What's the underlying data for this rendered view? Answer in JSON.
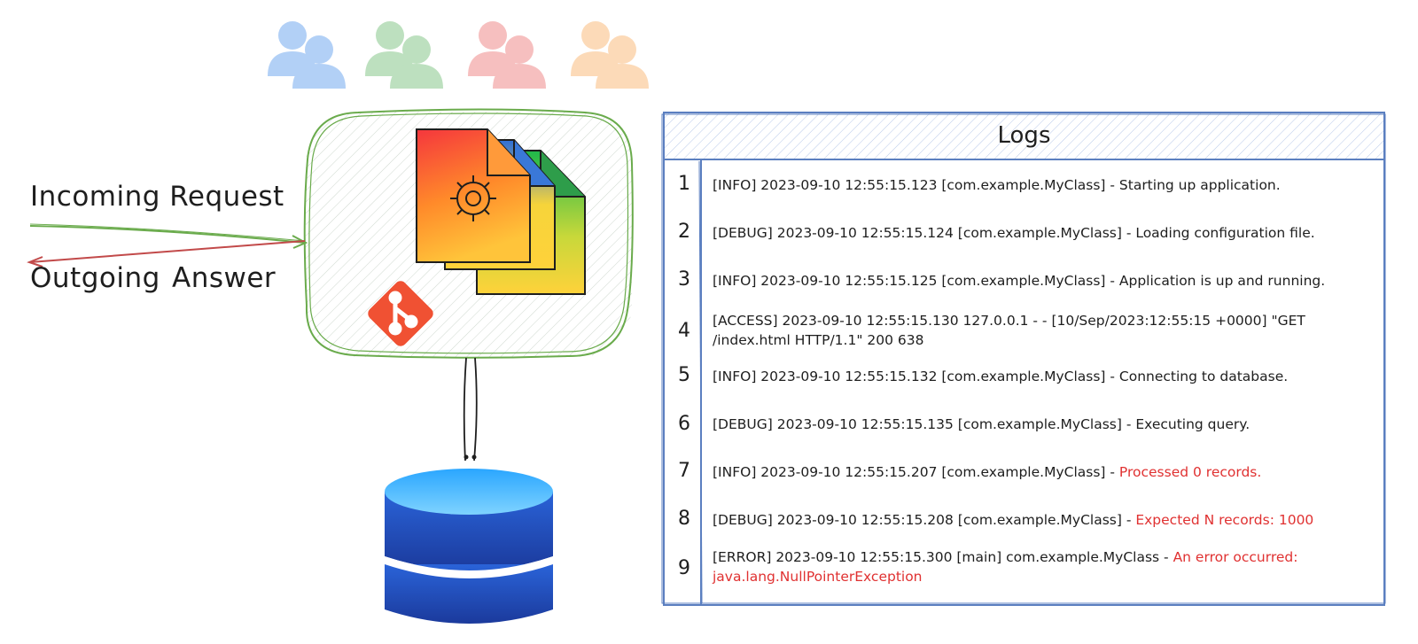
{
  "labels": {
    "incoming": "Incoming Request",
    "outgoing_word": "Outgoing",
    "answer_word": "Answer"
  },
  "logs": {
    "title": "Logs",
    "entries": [
      {
        "num": "1",
        "text": "[INFO] 2023-09-10 12:55:15.123 [com.example.MyClass] - Starting up application.",
        "highlight": ""
      },
      {
        "num": "2",
        "text": "[DEBUG] 2023-09-10 12:55:15.124 [com.example.MyClass] - Loading configuration file.",
        "highlight": ""
      },
      {
        "num": "3",
        "text": "[INFO] 2023-09-10 12:55:15.125 [com.example.MyClass] - Application is up and running.",
        "highlight": ""
      },
      {
        "num": "4",
        "text": "[ACCESS] 2023-09-10 12:55:15.130 127.0.0.1 - - [10/Sep/2023:12:55:15 +0000] \"GET /index.html HTTP/1.1\" 200 638",
        "highlight": ""
      },
      {
        "num": "5",
        "text": "[INFO] 2023-09-10 12:55:15.132 [com.example.MyClass] - Connecting to database.",
        "highlight": ""
      },
      {
        "num": "6",
        "text": "[DEBUG] 2023-09-10 12:55:15.135 [com.example.MyClass] - Executing query.",
        "highlight": ""
      },
      {
        "num": "7",
        "text": "[INFO] 2023-09-10 12:55:15.207 [com.example.MyClass] - ",
        "highlight": "Processed 0 records."
      },
      {
        "num": "8",
        "text": "[DEBUG] 2023-09-10 12:55:15.208 [com.example.MyClass] - ",
        "highlight": "Expected N records: 1000"
      },
      {
        "num": "9",
        "text": "[ERROR] 2023-09-10 12:55:15.300 [main] com.example.MyClass - ",
        "highlight": "An error occurred: java.lang.NullPointerException"
      }
    ]
  },
  "colors": {
    "user_blue": "#a5c8f5",
    "user_green": "#b2dbb4",
    "user_red": "#f5b5b5",
    "user_orange": "#fcd4ac",
    "server_border": "#6aab4c",
    "incoming_arrow": "#6aab4c",
    "outgoing_arrow": "#c24a4a",
    "logs_border": "#5b7fc0",
    "highlight_red": "#e03131",
    "git_orange": "#f05133"
  },
  "icons": [
    "user-group-icon",
    "files-gear-icon",
    "git-logo-icon",
    "database-icon"
  ]
}
